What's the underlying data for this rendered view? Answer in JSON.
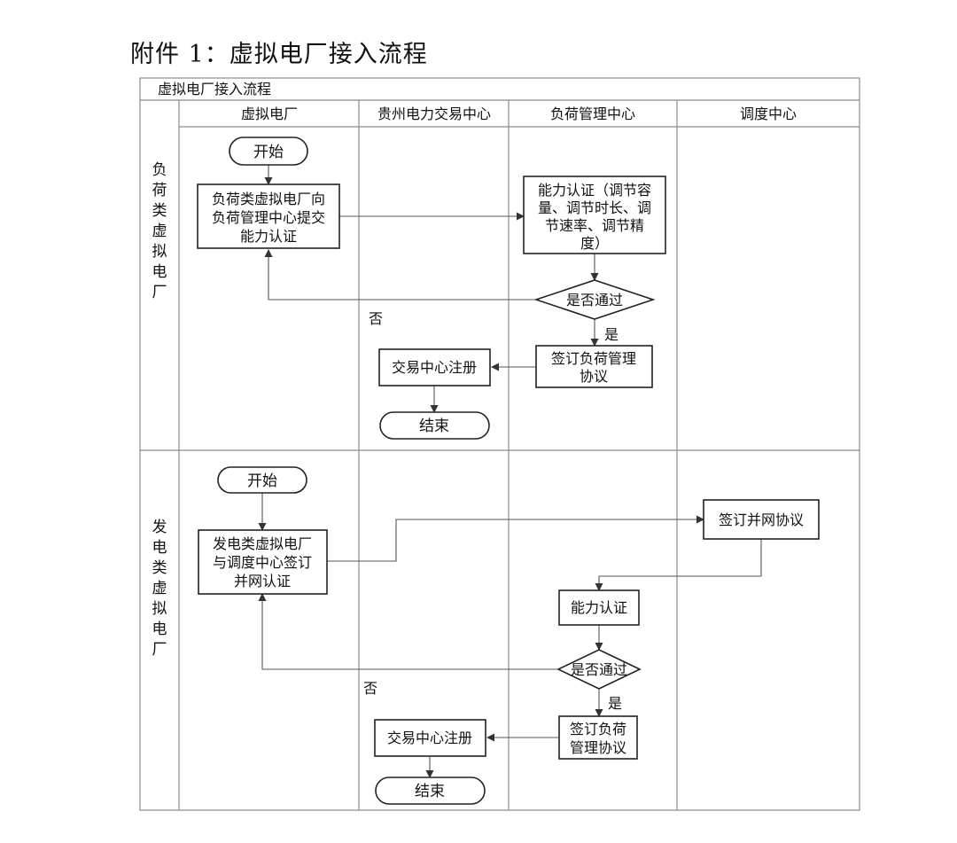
{
  "page_title": "附件 1：虚拟电厂接入流程",
  "table_title": "虚拟电厂接入流程",
  "columns": [
    "虚拟电厂",
    "贵州电力交易中心",
    "负荷管理中心",
    "调度中心"
  ],
  "sections": [
    {
      "side_label": [
        "负",
        "荷",
        "类",
        "虚",
        "拟",
        "电",
        "厂"
      ],
      "start": "开始",
      "submit": [
        "负荷类虚拟电厂向",
        "负荷管理中心提交",
        "能力认证"
      ],
      "certify": [
        "能力认证（调节容",
        "量、调节时长、调",
        "节速率、调节精",
        "度）"
      ],
      "decision": "是否通过",
      "no_label": "否",
      "yes_label": "是",
      "agreement": [
        "签订负荷管理",
        "协议"
      ],
      "register": "交易中心注册",
      "end": "结束"
    },
    {
      "side_label": [
        "发",
        "电",
        "类",
        "虚",
        "拟",
        "电",
        "厂"
      ],
      "start": "开始",
      "submit": [
        "发电类虚拟电厂",
        "与调度中心签订",
        "并网认证"
      ],
      "grid_agreement": "签订并网协议",
      "certify": "能力认证",
      "decision": "是否通过",
      "no_label": "否",
      "yes_label": "是",
      "agreement": [
        "签订负荷",
        "管理协议"
      ],
      "register": "交易中心注册",
      "end": "结束"
    }
  ]
}
